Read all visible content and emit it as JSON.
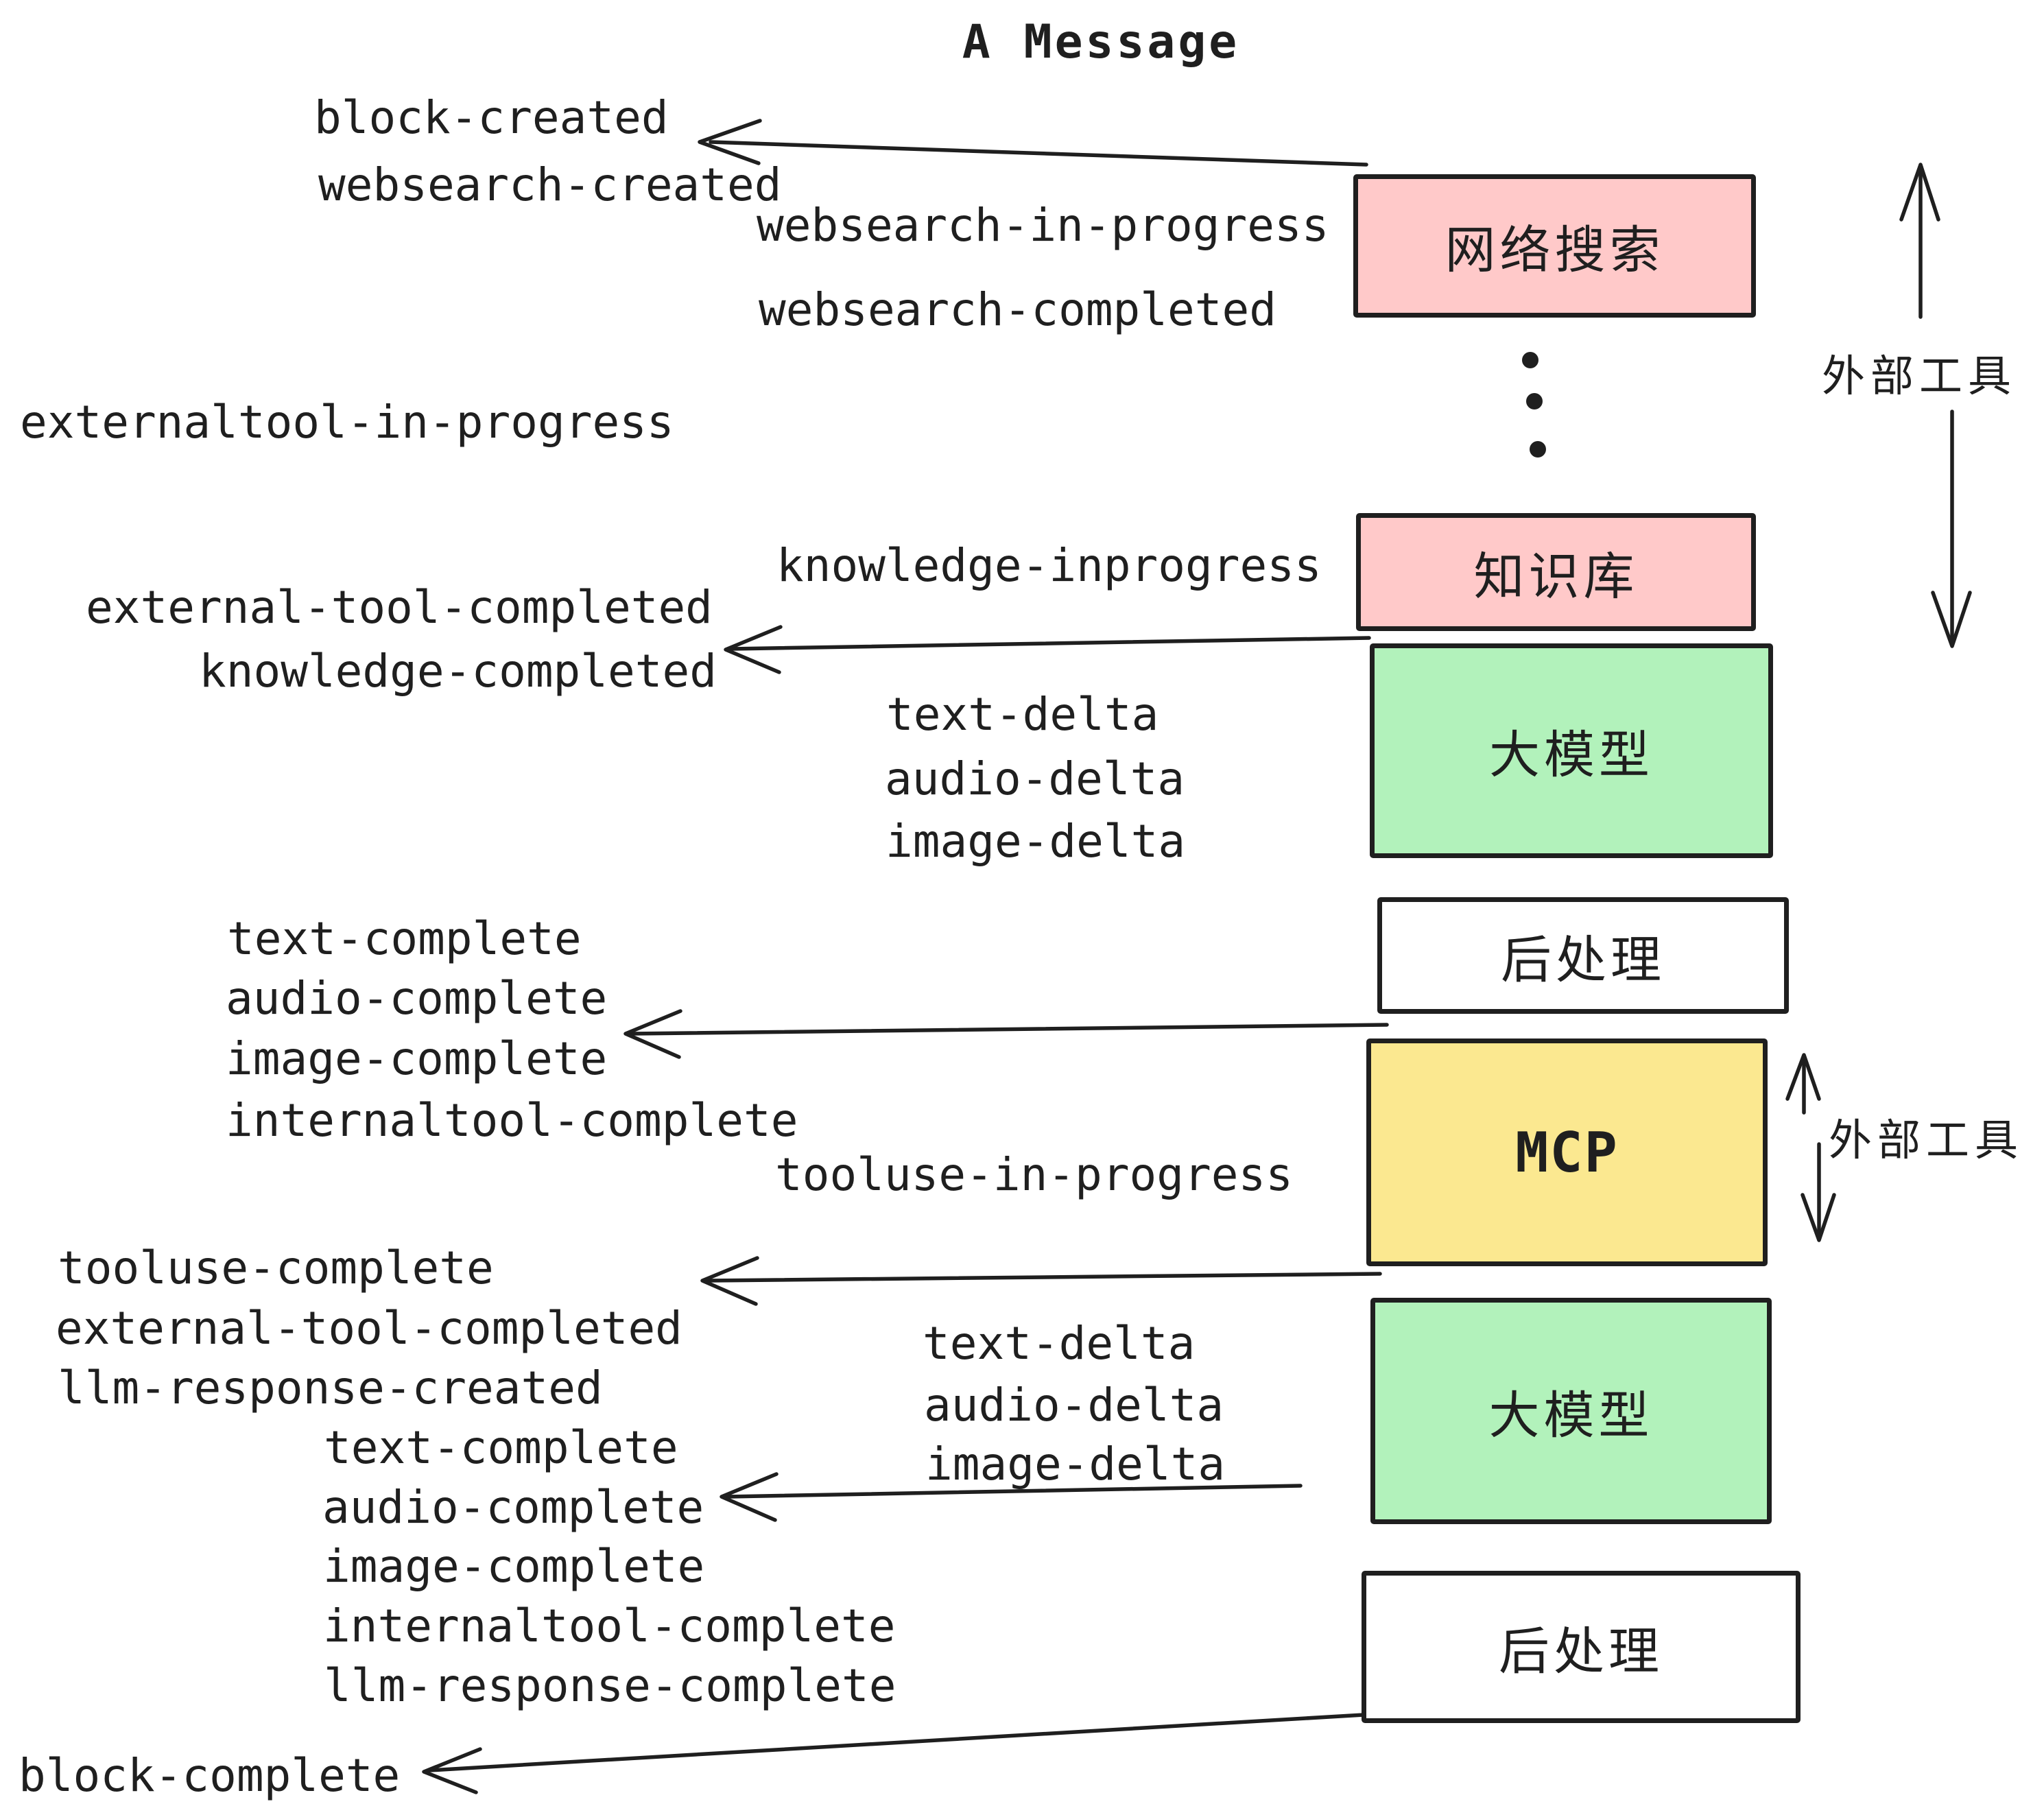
{
  "title": "A Message",
  "palette": {
    "pink": "#FFC9C9",
    "green": "#B2F2BB",
    "yellow": "#FBE890",
    "white": "#FFFFFF",
    "ink": "#1F1F1F"
  },
  "events": [
    {
      "text": "block-created"
    },
    {
      "text": "websearch-created"
    },
    {
      "text": "websearch-in-progress"
    },
    {
      "text": "websearch-completed"
    },
    {
      "text": "externaltool-in-progress"
    },
    {
      "text": "knowledge-inprogress"
    },
    {
      "text": "external-tool-completed"
    },
    {
      "text": "knowledge-completed"
    },
    {
      "text": "text-delta"
    },
    {
      "text": "audio-delta"
    },
    {
      "text": "image-delta"
    },
    {
      "text": "text-complete"
    },
    {
      "text": "audio-complete"
    },
    {
      "text": "image-complete"
    },
    {
      "text": "internaltool-complete"
    },
    {
      "text": "tooluse-in-progress"
    },
    {
      "text": "tooluse-complete"
    },
    {
      "text": "external-tool-completed"
    },
    {
      "text": "llm-response-created"
    },
    {
      "text": "text-complete"
    },
    {
      "text": "audio-complete"
    },
    {
      "text": "image-complete"
    },
    {
      "text": "internaltool-complete"
    },
    {
      "text": "llm-response-complete"
    },
    {
      "text": "block-complete"
    },
    {
      "text": "text-delta"
    },
    {
      "text": "audio-delta"
    },
    {
      "text": "image-delta"
    }
  ],
  "boxes": [
    {
      "label": "网络搜索",
      "kind": "web-search"
    },
    {
      "label": "知识库",
      "kind": "knowledge-base"
    },
    {
      "label": "大模型",
      "kind": "llm"
    },
    {
      "label": "后处理",
      "kind": "post-process"
    },
    {
      "label": "MCP",
      "kind": "mcp"
    },
    {
      "label": "大模型",
      "kind": "llm"
    },
    {
      "label": "后处理",
      "kind": "post-process"
    }
  ],
  "side_annotations": [
    {
      "text": "外部工具"
    },
    {
      "text": "外部工具"
    }
  ]
}
